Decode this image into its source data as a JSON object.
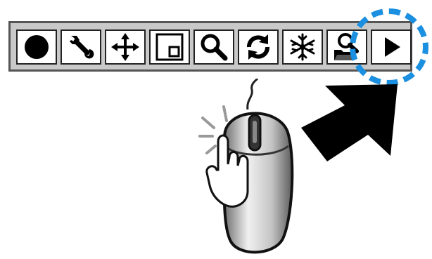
{
  "toolbar": {
    "buttons": [
      {
        "name": "record",
        "icon": "record-dot-icon"
      },
      {
        "name": "settings",
        "icon": "wrench-icon"
      },
      {
        "name": "move",
        "icon": "move-arrows-icon"
      },
      {
        "name": "window",
        "icon": "window-frame-icon"
      },
      {
        "name": "zoom",
        "icon": "magnifier-icon"
      },
      {
        "name": "refresh",
        "icon": "refresh-arrows-icon"
      },
      {
        "name": "freeze",
        "icon": "snowflake-icon"
      },
      {
        "name": "search-folder",
        "icon": "folder-search-icon"
      },
      {
        "name": "play",
        "icon": "play-triangle-icon",
        "highlighted": true
      }
    ]
  },
  "colors": {
    "toolbar_bg": "#c9c9c9",
    "highlight": "#1b8fe0",
    "icon": "#000000"
  },
  "illustration": {
    "icons": [
      "pointer-arrow-icon",
      "mouse-click-icon",
      "hand-icon"
    ]
  }
}
